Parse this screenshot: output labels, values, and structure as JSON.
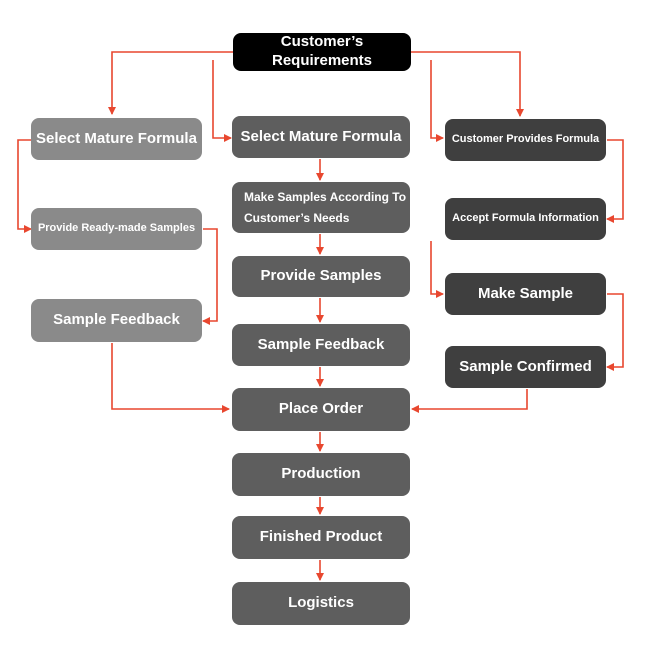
{
  "top": {
    "label": "Customer’s Requirements"
  },
  "left_path": {
    "select_formula": "Select Mature Formula",
    "provide_samples": "Provide Ready-made Samples",
    "feedback": "Sample Feedback"
  },
  "middle_path": {
    "select_formula": "Select Mature Formula",
    "make_samples_line1": "Make Samples According To",
    "make_samples_line2": "Customer’s Needs",
    "provide_samples": "Provide Samples",
    "feedback": "Sample Feedback",
    "place_order": "Place Order",
    "production": "Production",
    "finished_product": "Finished Product",
    "logistics": "Logistics"
  },
  "right_path": {
    "customer_provides": "Customer Provides Formula",
    "accept_info": "Accept Formula Information",
    "make_sample": "Make Sample",
    "confirmed": "Sample Confirmed"
  },
  "colors": {
    "arrow": "#e8472f",
    "left_box": "#8a8a8a",
    "middle_box": "#5e5e5e",
    "right_box": "#3f3f3f",
    "top_box": "#000000"
  }
}
